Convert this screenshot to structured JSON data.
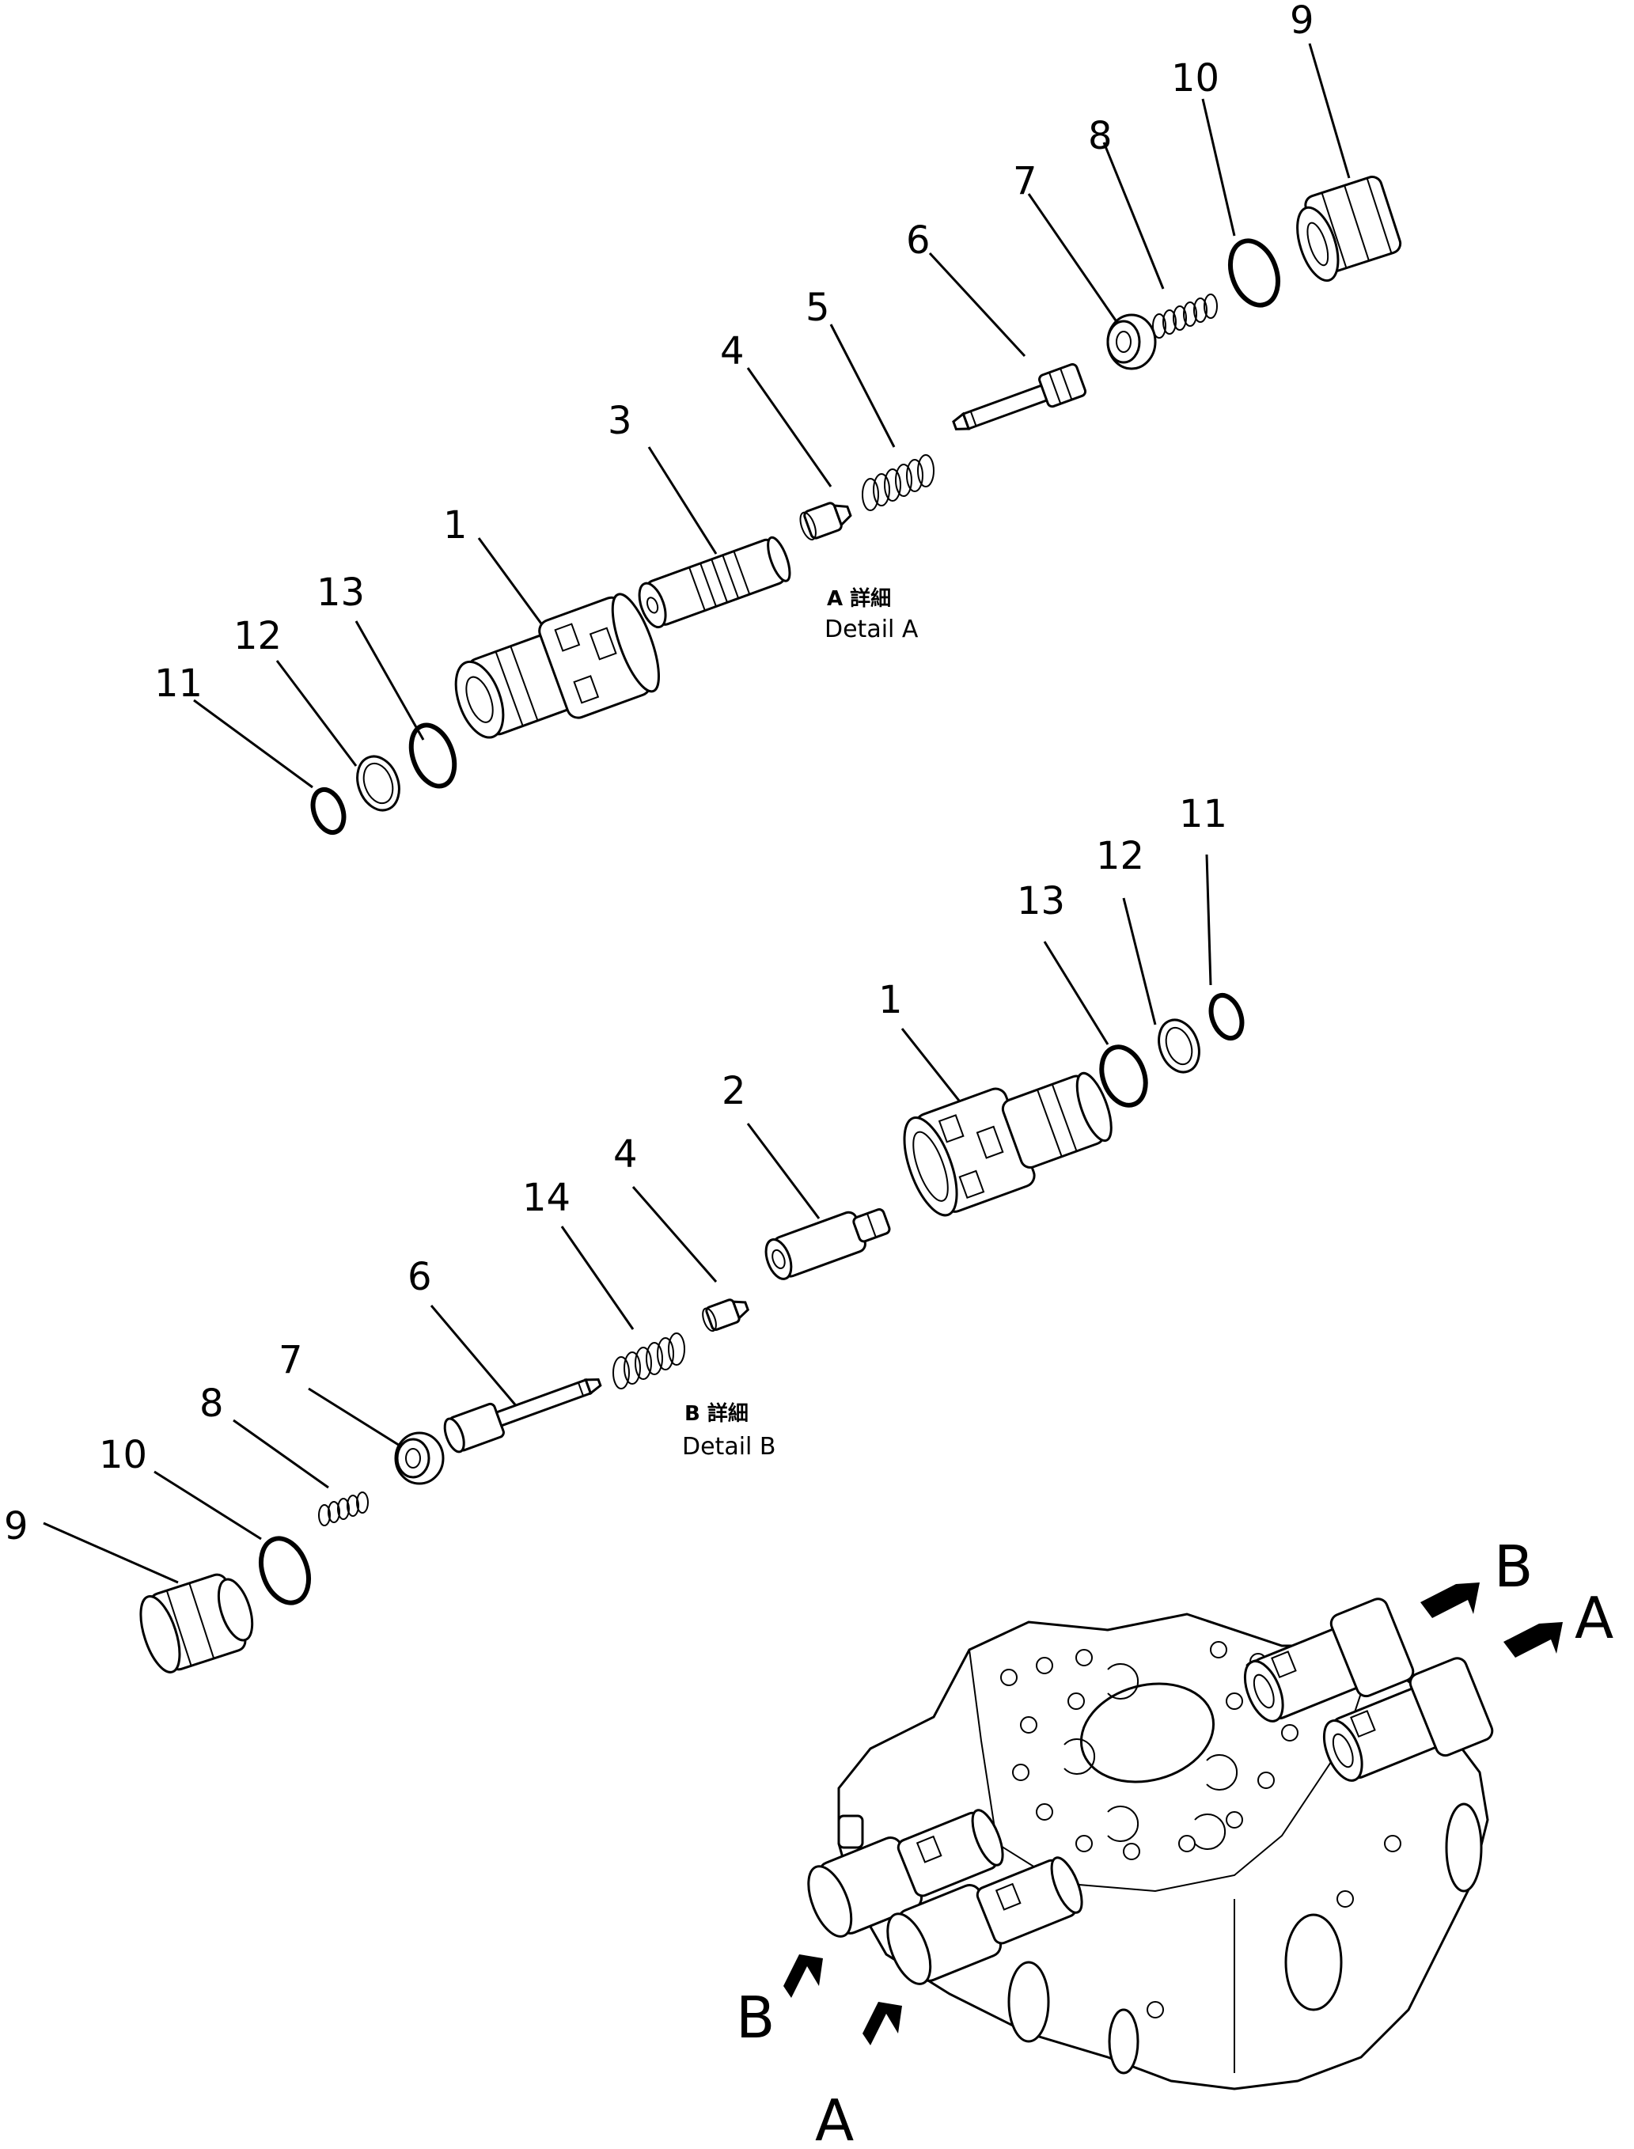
{
  "detail_a": {
    "caption_jp": "A 詳細",
    "caption_en": "Detail A",
    "callouts": [
      "9",
      "10",
      "8",
      "7",
      "6",
      "5",
      "4",
      "3",
      "1",
      "13",
      "12",
      "11"
    ]
  },
  "detail_b": {
    "caption_jp": "B 詳細",
    "caption_en": "Detail B",
    "callouts": [
      "11",
      "12",
      "13",
      "1",
      "2",
      "4",
      "14",
      "6",
      "7",
      "8",
      "10",
      "9"
    ]
  },
  "view_labels": {
    "b_upper": "B",
    "a_upper": "A",
    "b_lower": "B",
    "a_lower": "A"
  }
}
